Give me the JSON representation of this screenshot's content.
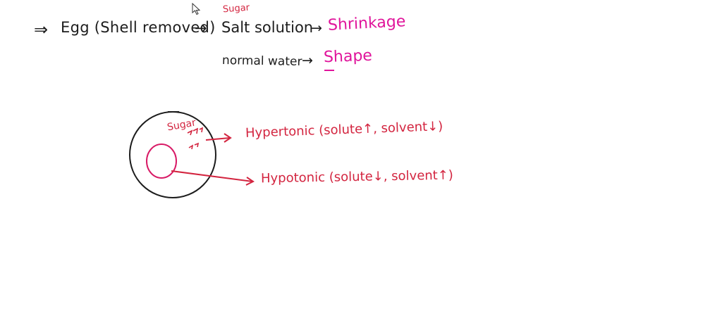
{
  "lines": {
    "lead_arrow": "⇒",
    "egg": "Egg (Shell removed)",
    "arrow_after_egg": "→",
    "sugar_above": "Sugar",
    "salt_solution": "Salt solution",
    "arrow_after_salt": "→",
    "shrinkage": "Shrinkage",
    "normal_water": "normal water",
    "arrow_after_water": "→",
    "shape": "Shape"
  },
  "diagram": {
    "sugar_inside": "Sugar",
    "hypertonic": "Hypertonic (solute↑, solvent↓)",
    "hypotonic": "Hypotonic (solute↓, solvent↑)"
  },
  "colors": {
    "ink_black": "#1c1c1c",
    "ink_red": "#d3243f",
    "ink_magenta": "#e0149b"
  },
  "icons": {
    "cursor": "mouse-pointer-icon"
  }
}
